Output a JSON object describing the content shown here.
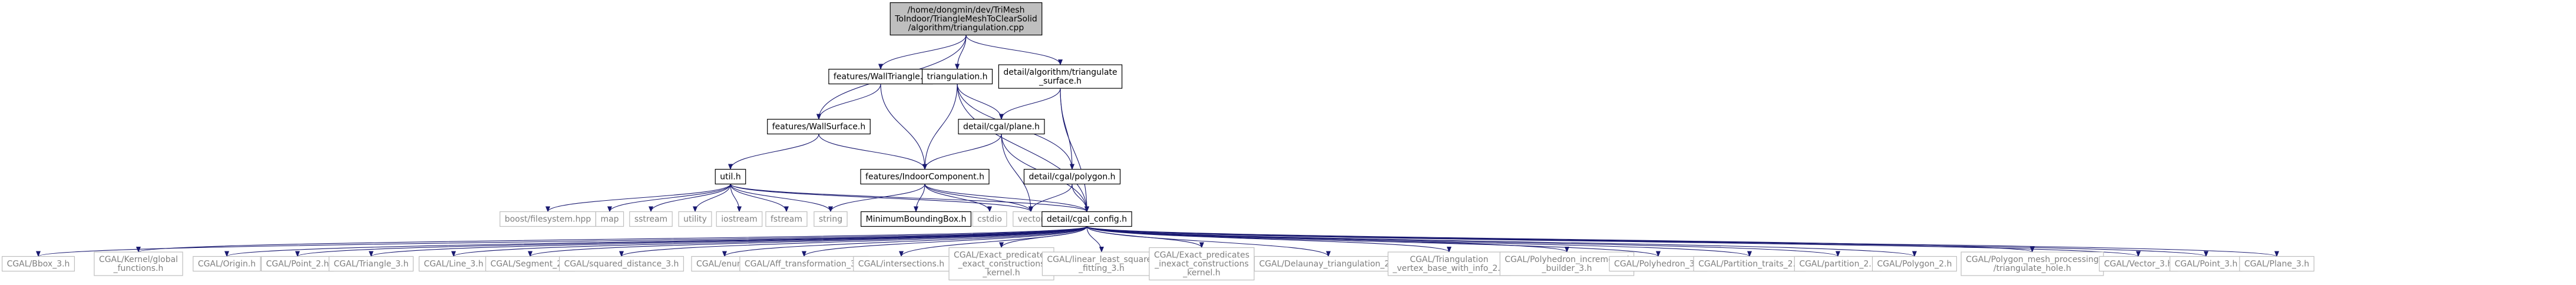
{
  "colors": {
    "edge": "#191970",
    "root_fill": "#bfbfbf",
    "node_border": "#000000",
    "external_border": "#bfbfbf",
    "external_text": "#7f7f7f"
  },
  "graph": {
    "nodes": [
      {
        "id": "root",
        "kind": "root",
        "lines": [
          "/home/dongmin/dev/TriMesh",
          "ToIndoor/TriangleMeshToClearSolid",
          "/algorithm/triangulation.cpp"
        ]
      },
      {
        "id": "wall_triangle",
        "kind": "project",
        "lines": [
          "features/WallTriangle.h"
        ]
      },
      {
        "id": "triangulation_h",
        "kind": "project",
        "lines": [
          "triangulation.h"
        ]
      },
      {
        "id": "detail_triangulate",
        "kind": "project",
        "lines": [
          "detail/algorithm/triangulate",
          "_surface.h"
        ]
      },
      {
        "id": "wall_surface",
        "kind": "project",
        "lines": [
          "features/WallSurface.h"
        ]
      },
      {
        "id": "cgal_plane",
        "kind": "project",
        "lines": [
          "detail/cgal/plane.h"
        ]
      },
      {
        "id": "util_h",
        "kind": "project",
        "lines": [
          "util.h"
        ]
      },
      {
        "id": "indoor_component",
        "kind": "project",
        "lines": [
          "features/IndoorComponent.h"
        ]
      },
      {
        "id": "cgal_polygon",
        "kind": "project",
        "lines": [
          "detail/cgal/polygon.h"
        ]
      },
      {
        "id": "boost_fs",
        "kind": "external",
        "lines": [
          "boost/filesystem.hpp"
        ]
      },
      {
        "id": "map",
        "kind": "external",
        "lines": [
          "map"
        ]
      },
      {
        "id": "sstream",
        "kind": "external",
        "lines": [
          "sstream"
        ]
      },
      {
        "id": "utility",
        "kind": "external",
        "lines": [
          "utility"
        ]
      },
      {
        "id": "iostream",
        "kind": "external",
        "lines": [
          "iostream"
        ]
      },
      {
        "id": "fstream",
        "kind": "external",
        "lines": [
          "fstream"
        ]
      },
      {
        "id": "string",
        "kind": "external",
        "lines": [
          "string"
        ]
      },
      {
        "id": "min_bbox",
        "kind": "project",
        "lines": [
          "MinimumBoundingBox.h"
        ]
      },
      {
        "id": "cstdio",
        "kind": "external",
        "lines": [
          "cstdio"
        ]
      },
      {
        "id": "vector",
        "kind": "external",
        "lines": [
          "vector"
        ]
      },
      {
        "id": "cgal_config",
        "kind": "project",
        "lines": [
          "detail/cgal_config.h"
        ]
      },
      {
        "id": "c1",
        "kind": "external",
        "lines": [
          "CGAL/Bbox_3.h"
        ]
      },
      {
        "id": "c2",
        "kind": "external",
        "lines": [
          "CGAL/Kernel/global",
          "_functions.h"
        ]
      },
      {
        "id": "c3",
        "kind": "external",
        "lines": [
          "CGAL/Origin.h"
        ]
      },
      {
        "id": "c4",
        "kind": "external",
        "lines": [
          "CGAL/Point_2.h"
        ]
      },
      {
        "id": "c5",
        "kind": "external",
        "lines": [
          "CGAL/Triangle_3.h"
        ]
      },
      {
        "id": "c6",
        "kind": "external",
        "lines": [
          "CGAL/Line_3.h"
        ]
      },
      {
        "id": "c7",
        "kind": "external",
        "lines": [
          "CGAL/Segment_2.h"
        ]
      },
      {
        "id": "c8",
        "kind": "external",
        "lines": [
          "CGAL/squared_distance_3.h"
        ]
      },
      {
        "id": "c9",
        "kind": "external",
        "lines": [
          "CGAL/enum.h"
        ]
      },
      {
        "id": "c10",
        "kind": "external",
        "lines": [
          "CGAL/Aff_transformation_3.h"
        ]
      },
      {
        "id": "c11",
        "kind": "external",
        "lines": [
          "CGAL/intersections.h"
        ]
      },
      {
        "id": "c12",
        "kind": "external",
        "lines": [
          "CGAL/Exact_predicates",
          "_exact_constructions",
          "_kernel.h"
        ]
      },
      {
        "id": "c13",
        "kind": "external",
        "lines": [
          "CGAL/linear_least_squares",
          "_fitting_3.h"
        ]
      },
      {
        "id": "c14",
        "kind": "external",
        "lines": [
          "CGAL/Exact_predicates",
          "_inexact_constructions",
          "_kernel.h"
        ]
      },
      {
        "id": "c15",
        "kind": "external",
        "lines": [
          "CGAL/Delaunay_triangulation_2.h"
        ]
      },
      {
        "id": "c16",
        "kind": "external",
        "lines": [
          "CGAL/Triangulation",
          "_vertex_base_with_info_2.h"
        ]
      },
      {
        "id": "c17",
        "kind": "external",
        "lines": [
          "CGAL/Polyhedron_incremental",
          "_builder_3.h"
        ]
      },
      {
        "id": "c18",
        "kind": "external",
        "lines": [
          "CGAL/Polyhedron_3.h"
        ]
      },
      {
        "id": "c19",
        "kind": "external",
        "lines": [
          "CGAL/Partition_traits_2.h"
        ]
      },
      {
        "id": "c20",
        "kind": "external",
        "lines": [
          "CGAL/partition_2.h"
        ]
      },
      {
        "id": "c21",
        "kind": "external",
        "lines": [
          "CGAL/Polygon_2.h"
        ]
      },
      {
        "id": "c22",
        "kind": "external",
        "lines": [
          "CGAL/Polygon_mesh_processing",
          "/triangulate_hole.h"
        ]
      },
      {
        "id": "c23",
        "kind": "external",
        "lines": [
          "CGAL/Vector_3.h"
        ]
      },
      {
        "id": "c24",
        "kind": "external",
        "lines": [
          "CGAL/Point_3.h"
        ]
      },
      {
        "id": "c25",
        "kind": "external",
        "lines": [
          "CGAL/Plane_3.h"
        ]
      }
    ],
    "edges": [
      [
        "root",
        "wall_triangle"
      ],
      [
        "root",
        "wall_surface"
      ],
      [
        "root",
        "triangulation_h"
      ],
      [
        "root",
        "detail_triangulate"
      ],
      [
        "wall_triangle",
        "wall_surface"
      ],
      [
        "wall_triangle",
        "indoor_component"
      ],
      [
        "triangulation_h",
        "cgal_plane"
      ],
      [
        "triangulation_h",
        "indoor_component"
      ],
      [
        "triangulation_h",
        "cgal_polygon"
      ],
      [
        "triangulation_h",
        "cgal_config"
      ],
      [
        "detail_triangulate",
        "cgal_plane"
      ],
      [
        "detail_triangulate",
        "cgal_polygon"
      ],
      [
        "detail_triangulate",
        "cgal_config"
      ],
      [
        "wall_surface",
        "util_h"
      ],
      [
        "wall_surface",
        "indoor_component"
      ],
      [
        "cgal_plane",
        "indoor_component"
      ],
      [
        "cgal_plane",
        "vector"
      ],
      [
        "cgal_plane",
        "cgal_config"
      ],
      [
        "util_h",
        "boost_fs"
      ],
      [
        "util_h",
        "map"
      ],
      [
        "util_h",
        "sstream"
      ],
      [
        "util_h",
        "utility"
      ],
      [
        "util_h",
        "iostream"
      ],
      [
        "util_h",
        "fstream"
      ],
      [
        "util_h",
        "string"
      ],
      [
        "util_h",
        "vector"
      ],
      [
        "util_h",
        "cgal_config"
      ],
      [
        "indoor_component",
        "string"
      ],
      [
        "indoor_component",
        "min_bbox"
      ],
      [
        "indoor_component",
        "cstdio"
      ],
      [
        "indoor_component",
        "vector"
      ],
      [
        "indoor_component",
        "cgal_config"
      ],
      [
        "cgal_polygon",
        "vector"
      ],
      [
        "cgal_polygon",
        "cgal_config"
      ],
      [
        "cgal_config",
        "c1"
      ],
      [
        "cgal_config",
        "c2"
      ],
      [
        "cgal_config",
        "c3"
      ],
      [
        "cgal_config",
        "c4"
      ],
      [
        "cgal_config",
        "c5"
      ],
      [
        "cgal_config",
        "c6"
      ],
      [
        "cgal_config",
        "c7"
      ],
      [
        "cgal_config",
        "c8"
      ],
      [
        "cgal_config",
        "c9"
      ],
      [
        "cgal_config",
        "c10"
      ],
      [
        "cgal_config",
        "c11"
      ],
      [
        "cgal_config",
        "c12"
      ],
      [
        "cgal_config",
        "c13"
      ],
      [
        "cgal_config",
        "c14"
      ],
      [
        "cgal_config",
        "c15"
      ],
      [
        "cgal_config",
        "c16"
      ],
      [
        "cgal_config",
        "c17"
      ],
      [
        "cgal_config",
        "c18"
      ],
      [
        "cgal_config",
        "c19"
      ],
      [
        "cgal_config",
        "c20"
      ],
      [
        "cgal_config",
        "c21"
      ],
      [
        "cgal_config",
        "c22"
      ],
      [
        "cgal_config",
        "c23"
      ],
      [
        "cgal_config",
        "c24"
      ],
      [
        "cgal_config",
        "c25"
      ]
    ]
  }
}
